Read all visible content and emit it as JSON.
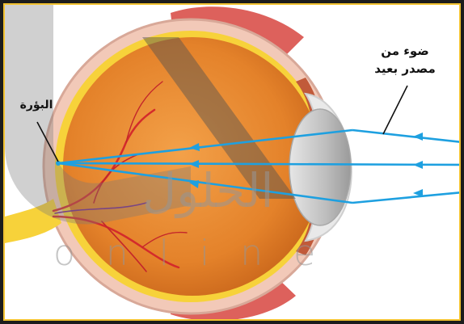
{
  "labels": {
    "light_source_line1": "ضوء من",
    "light_source_line2": "مصدر بعيد",
    "focus": "البؤرة"
  },
  "watermark": {
    "arabic": "الحلول",
    "latin": "online"
  },
  "colors": {
    "frame_border": "#f2c230",
    "light_rays": "#1ea0e0",
    "eye_body": "#e8892e",
    "sclera": "#f2c9b8",
    "lens": "#c9c9c9",
    "muscle": "#d9504a"
  }
}
